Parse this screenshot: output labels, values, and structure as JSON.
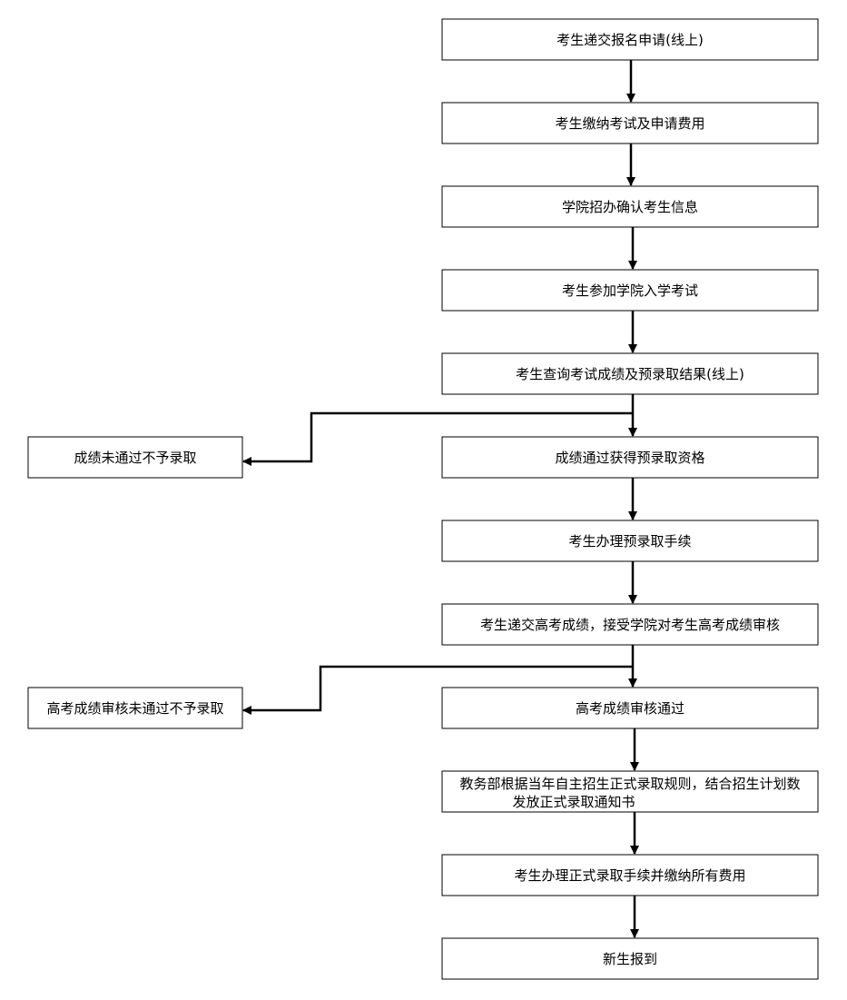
{
  "steps": [
    {
      "text": "考生递交报名申请(线上)"
    },
    {
      "text": "考生缴纳考试及申请费用"
    },
    {
      "text": "学院招办确认考生信息"
    },
    {
      "text": "考生参加学院入学考试"
    },
    {
      "text": "考生查询考试成绩及预录取结果(线上)"
    },
    {
      "text": "成绩通过获得预录取资格"
    },
    {
      "text": "考生办理预录取手续"
    },
    {
      "text": "考生递交高考成绩，接受学院对考生高考成绩审核"
    },
    {
      "text": "高考成绩审核通过"
    },
    {
      "text": "教务部根据当年自主招生正式录取规则，结合招生计划数",
      "text2": "发放正式录取通知书"
    },
    {
      "text": "考生办理正式录取手续并缴纳所有费用"
    },
    {
      "text": "新生报到"
    }
  ],
  "rejections": [
    {
      "text": "成绩未通过不予录取"
    },
    {
      "text": "高考成绩审核未通过不予录取"
    }
  ]
}
